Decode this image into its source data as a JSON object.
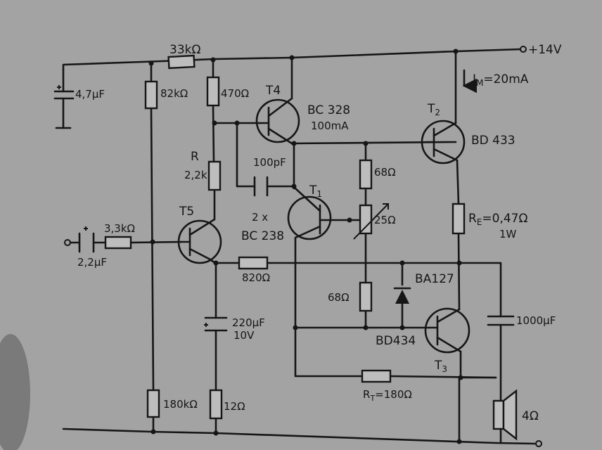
{
  "supply": {
    "voltage": "+14V",
    "current_label": "I",
    "current_sub": "M",
    "current_value": "=20mA"
  },
  "resistors": {
    "r_33k_top": "33kΩ",
    "r_82k": "82kΩ",
    "r_470": "470Ω",
    "r_R_name": "R",
    "r_R_value": "2,2k",
    "r_68_upper": "68Ω",
    "r_25_pot": "25Ω",
    "r_68_lower": "68Ω",
    "r_RE_name": "R",
    "r_RE_sub": "E",
    "r_RE_value": "=0,47Ω",
    "r_RE_power": "1W",
    "r_33k_in": "3,3kΩ",
    "r_820": "820Ω",
    "r_180k": "180kΩ",
    "r_12": "12Ω",
    "r_RT_name": "R",
    "r_RT_sub": "T",
    "r_RT_value": "=180Ω"
  },
  "capacitors": {
    "c_47u": "4,7μF",
    "c_100p": "100pF",
    "c_22u": "2,2μF",
    "c_220u": "220μF",
    "c_220u_v": "10V",
    "c_1000u": "1000μF"
  },
  "transistors": {
    "t4_name": "T4",
    "t4_type": "BC 328",
    "t4_current": "100mA",
    "t1_name": "T",
    "t1_sub": "1",
    "t1_count": "2 x",
    "t1_type": "BC 238",
    "t5_name": "T5",
    "t2_name": "T",
    "t2_sub": "2",
    "t2_type": "BD 433",
    "t3_name": "T",
    "t3_sub": "3",
    "t3_type": "BD434"
  },
  "diode": {
    "type": "BA127"
  },
  "speaker": {
    "impedance": "4Ω"
  }
}
